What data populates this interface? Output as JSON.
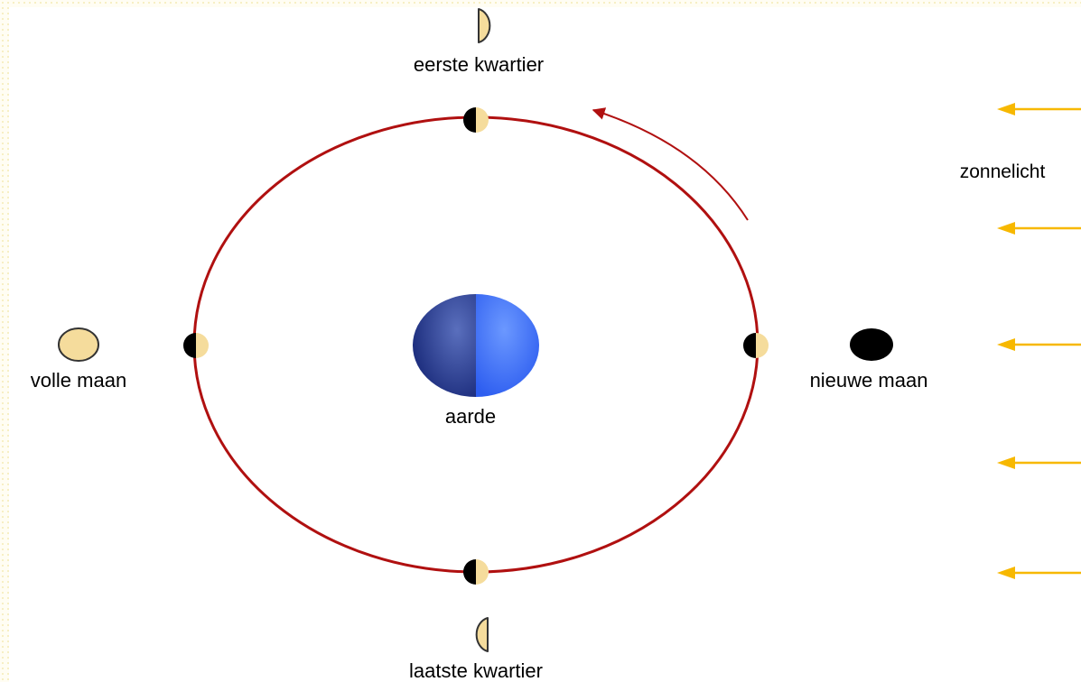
{
  "labels": {
    "earth": "aarde",
    "first_quarter": "eerste kwartier",
    "last_quarter": "laatste kwartier",
    "full_moon": "volle maan",
    "new_moon": "nieuwe maan",
    "sunlight": "zonnelicht"
  },
  "colors": {
    "orbit": "#b01010",
    "sunlight_arrow": "#f7b800",
    "moon_lit": "#f5dc9c",
    "moon_dark": "#000000",
    "earth_light": "#3f7cff",
    "earth_dark": "#22389a"
  }
}
